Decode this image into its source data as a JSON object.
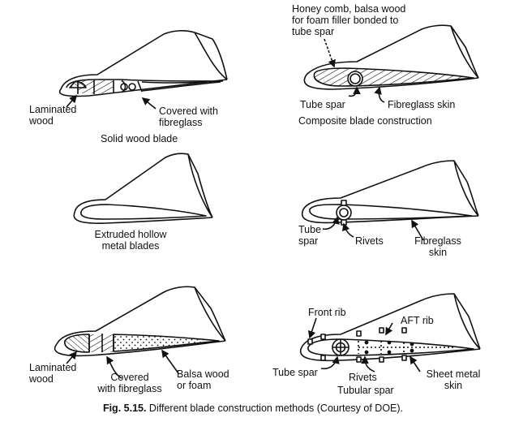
{
  "panels": {
    "solid_wood": {
      "title": "Solid wood blade",
      "laminated_l1": "Laminated",
      "laminated_l2": "wood",
      "covered_l1": "Covered with",
      "covered_l2": "fibreglass"
    },
    "composite": {
      "title": "Composite blade construction",
      "honey_l1": "Honey comb, balsa wood",
      "honey_l2": "for foam filler bonded to",
      "honey_l3": "tube spar",
      "tube_spar": "Tube spar",
      "fibreglass_skin": "Fibreglass skin"
    },
    "extruded": {
      "title_l1": "Extruded hollow",
      "title_l2": "metal blades"
    },
    "tube_rivet": {
      "tube_l1": "Tube",
      "tube_l2": "spar",
      "rivets": "Rivets",
      "fib_l1": "Fibreglass",
      "fib_l2": "skin"
    },
    "laminated_balsa": {
      "laminated_l1": "Laminated",
      "laminated_l2": "wood",
      "covered_l1": "Covered",
      "covered_l2": "with fibreglass",
      "balsa_l1": "Balsa wood",
      "balsa_l2": "or foam"
    },
    "sheet_metal": {
      "front_rib": "Front rib",
      "aft_rib": "AFT rib",
      "tube_spar": "Tube spar",
      "rivets": "Rivets",
      "tubular_spar": "Tubular spar",
      "sheet_l1": "Sheet metal",
      "sheet_l2": "skin"
    }
  },
  "caption": {
    "fig": "Fig. 5.15.",
    "text": " Different blade construction methods (Courtesy of DOE)."
  }
}
